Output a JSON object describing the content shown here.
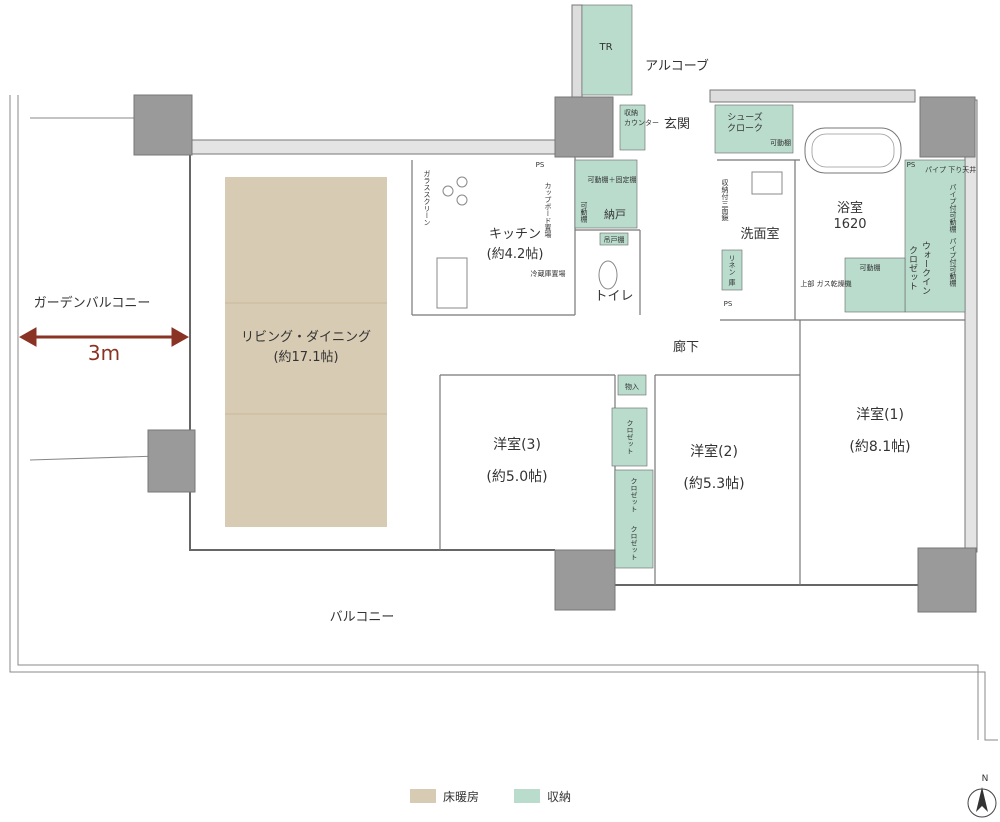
{
  "colors": {
    "floor_heating": "#d8cbb3",
    "storage": "#b9dccd",
    "column": "#999999",
    "wall": "#777777",
    "dimension_arrow": "#8a3324"
  },
  "rooms": {
    "tr": "TR",
    "alcove": "アルコーブ",
    "entrance": "玄関",
    "storage_counter_1": "収納",
    "storage_counter_2": "カウンター",
    "shoes_closet_1": "シューズ",
    "shoes_closet_2": "クローク",
    "movable_shelf": "可動棚",
    "ps": "PS",
    "bath_name": "浴室",
    "bath_size": "1620",
    "pipe_ceiling": "パイプ 下り天井",
    "pipe_shelf": "パイプ付可動棚",
    "walkin_1": "ウォークイン",
    "walkin_2": "クロゼット",
    "gas_dryer": "上部 ガス乾燥機",
    "washroom": "洗面室",
    "linen_1": "リネン",
    "linen_2": "庫",
    "triple_mirror": "収納付三面鏡",
    "kitchen_name": "キッチン",
    "kitchen_size": "(約4.2帖)",
    "glass_screen": "ガラススクリーン",
    "cupboard": "カップボード置場",
    "fridge": "冷蔵庫置場",
    "movable_plus_fixed": "可動棚＋固定棚",
    "movable_shelf_v": "可動棚",
    "nando": "納戸",
    "hanging_shelf": "吊戸棚",
    "toilet": "トイレ",
    "living_name": "リビング・ダイニング",
    "living_size": "(約17.1帖)",
    "corridor": "廊下",
    "mono_in": "物入",
    "closet": "クロゼット",
    "room1_name": "洋室(1)",
    "room1_size": "(約8.1帖)",
    "room2_name": "洋室(2)",
    "room2_size": "(約5.3帖)",
    "room3_name": "洋室(3)",
    "room3_size": "(約5.0帖)",
    "garden_balcony": "ガーデンバルコニー",
    "garden_width": "3m",
    "balcony": "バルコニー"
  },
  "legend": {
    "floor_heating": "床暖房",
    "storage": "収納"
  },
  "compass": "N"
}
